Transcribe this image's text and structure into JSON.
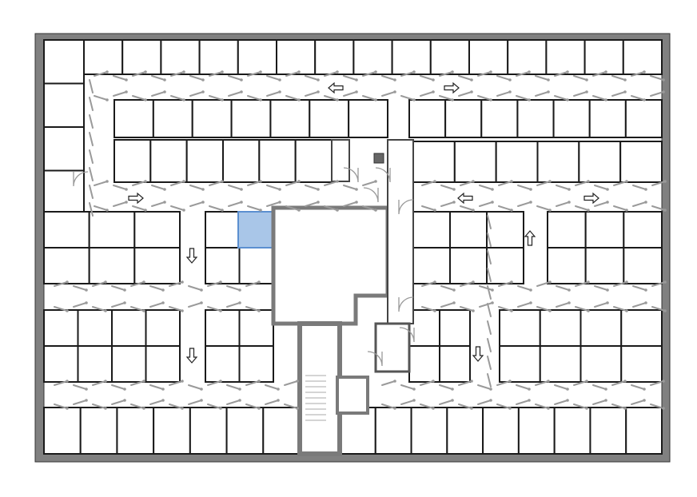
{
  "floor_plan": {
    "colors": {
      "outer_wall": "#808080",
      "inner_wall": "#1a1a1a",
      "core_wall": "#7a7a7a",
      "highlight_room": "#a9c6e8",
      "highlight_border": "#5b8fd0",
      "route_marks": "#9a9a9a",
      "arrow_fill": "#ffffff",
      "arrow_stroke": "#222222"
    },
    "arrows": [
      {
        "icon": "arrow-left-icon",
        "direction": "left"
      },
      {
        "icon": "arrow-right-icon",
        "direction": "right"
      },
      {
        "icon": "arrow-right-icon",
        "direction": "right"
      },
      {
        "icon": "arrow-down-icon",
        "direction": "down"
      },
      {
        "icon": "arrow-down-icon",
        "direction": "down"
      },
      {
        "icon": "arrow-left-icon",
        "direction": "left"
      },
      {
        "icon": "arrow-right-icon",
        "direction": "right"
      },
      {
        "icon": "arrow-up-icon",
        "direction": "up"
      },
      {
        "icon": "arrow-down-icon",
        "direction": "down"
      }
    ]
  }
}
